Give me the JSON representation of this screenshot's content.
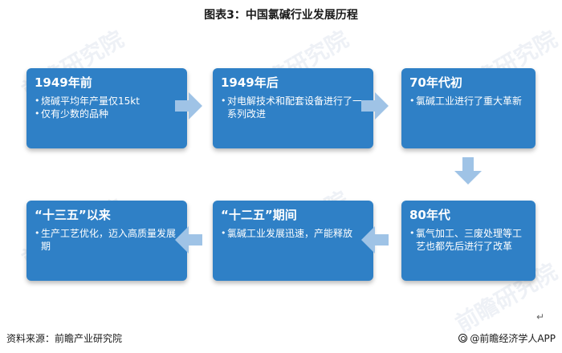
{
  "title": "图表3：中国氯碱行业发展历程",
  "stages": [
    {
      "period": "1949年前",
      "items": [
        "烧碱平均年产量仅15kt",
        "仅有少数的品种"
      ]
    },
    {
      "period": "1949年后",
      "items": [
        "对电解技术和配套设备进行了一系列改进"
      ]
    },
    {
      "period": "70年代初",
      "items": [
        "氯碱工业进行了重大革新"
      ]
    },
    {
      "period": "80年代",
      "items": [
        "氯气加工、三废处理等工艺也都先后进行了改革"
      ]
    },
    {
      "period": "“十二五”期间",
      "items": [
        "氯碱工业发展迅速，产能释放"
      ]
    },
    {
      "period": "“十三五”以来",
      "items": [
        "生产工艺优化，迈入高质量发展期"
      ]
    }
  ],
  "watermark": "前瞻研究院",
  "footer": {
    "source": "资料来源：前瞻产业研究院",
    "brand": "@前瞻经济学人APP"
  },
  "return_mark": "↵",
  "colors": {
    "box": "#2f80c6",
    "arrow": "#9fc3e6",
    "text_on_box": "#ffffff"
  }
}
